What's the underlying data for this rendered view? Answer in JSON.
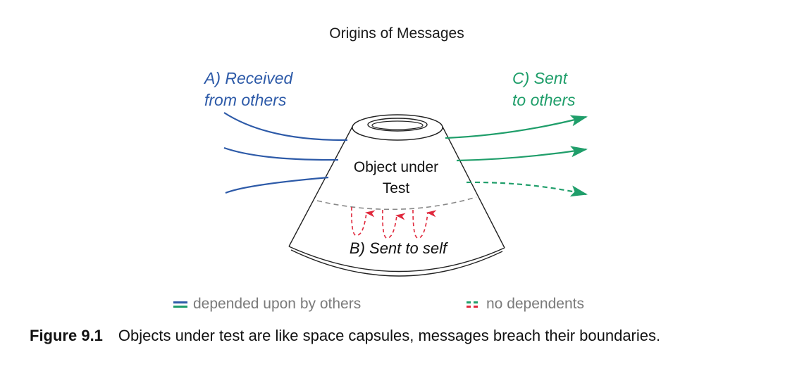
{
  "diagram": {
    "title": "Origins of Messages",
    "labels": {
      "received": [
        "A) Received",
        "from others"
      ],
      "sent_to_others": [
        "C) Sent",
        "to others"
      ],
      "object": [
        "Object under",
        "Test"
      ],
      "sent_to_self": "B) Sent to self"
    },
    "arrows": {
      "incoming": {
        "count": 3,
        "style": "solid",
        "direction": "in"
      },
      "outgoing": [
        {
          "style": "solid",
          "direction": "out"
        },
        {
          "style": "solid",
          "direction": "out"
        },
        {
          "style": "dashed",
          "direction": "out"
        }
      ],
      "self": {
        "count": 3,
        "style": "dashed",
        "direction": "loop-up"
      }
    },
    "colors": {
      "received": "#2d5aa8",
      "sent": "#1f9e6a",
      "self": "#e0283c",
      "outline": "#222222",
      "inner_boundary": "#888888",
      "legend_text": "#7a7a7a"
    }
  },
  "legend": [
    {
      "symbol": "solid-double-line",
      "label": "depended upon by others"
    },
    {
      "symbol": "dashed-double-line",
      "label": "no dependents"
    }
  ],
  "caption": {
    "figure_number": "Figure 9.1",
    "text": "Objects under test are like space capsules, messages breach their boundaries."
  }
}
